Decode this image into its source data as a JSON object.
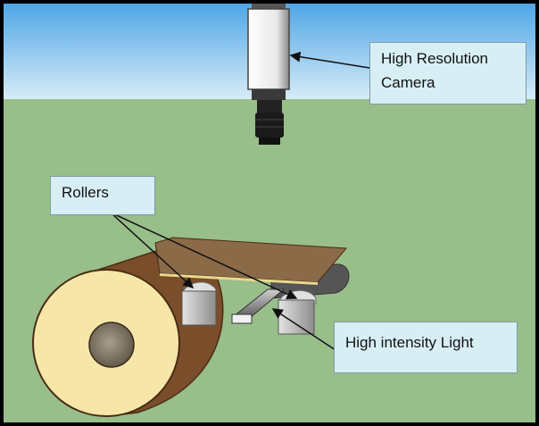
{
  "labels": {
    "camera_line1": "High Resolution",
    "camera_line2": "Camera",
    "rollers": "Rollers",
    "light": "High intensity Light"
  },
  "colors": {
    "sky_top": "#4fa6e6",
    "sky_bottom": "#d6ecf8",
    "ground": "#98be8a",
    "log_bark": "#7a4e2a",
    "log_face": "#f6e7a9",
    "sheet": "#8b6a48",
    "label_bg": "#d7eef5"
  }
}
